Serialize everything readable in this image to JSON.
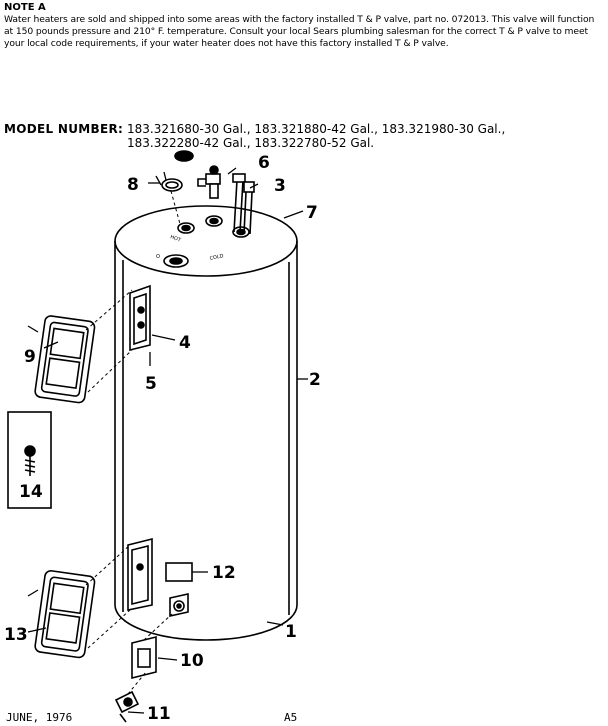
{
  "note": {
    "title": "NOTE A",
    "text": "Water heaters are sold and shipped into some areas with the factory installed T & P valve, part no. 072013. This valve will function at 150 pounds pressure and 210° F. temperature. Consult your local Sears plumbing salesman for the correct T & P valve to meet your local code requirements, if your water heater does not have this factory installed T & P valve."
  },
  "model": {
    "label": "MODEL NUMBER:",
    "line1": "183.321680-30 Gal., 183.321880-42 Gal., 183.321980-30 Gal.,",
    "line2": "183.322280-42 Gal., 183.322780-52 Gal."
  },
  "tank_labels": {
    "hot": "HOT",
    "cold": "COLD",
    "outlet": "O"
  },
  "callouts": {
    "c1": "1",
    "c2": "2",
    "c3": "3",
    "c4": "4",
    "c5": "5",
    "c6": "6",
    "c7": "7",
    "c8": "8",
    "c9": "9",
    "c10": "10",
    "c11": "11",
    "c12": "12",
    "c13": "13",
    "c14": "14"
  },
  "footer": {
    "date": "JUNE, 1976",
    "page": "A5"
  }
}
